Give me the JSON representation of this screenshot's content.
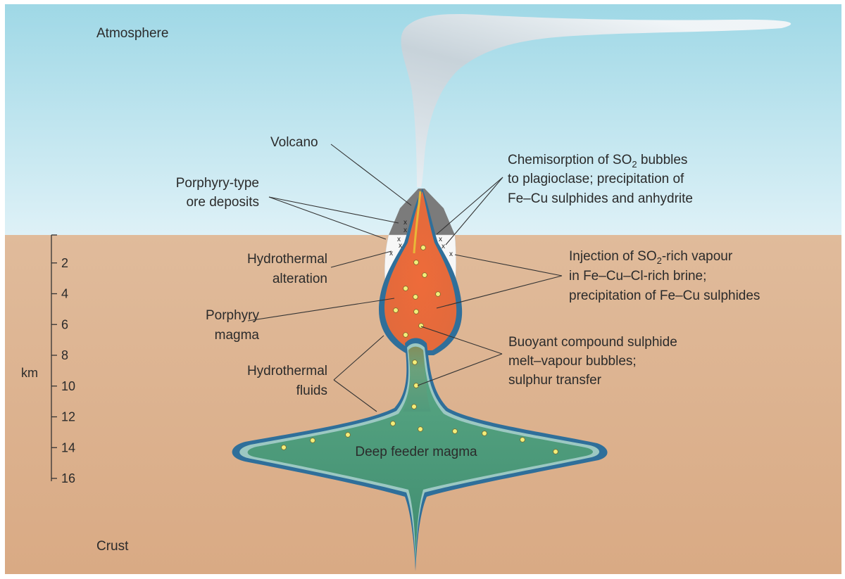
{
  "zones": {
    "atmosphere": "Atmosphere",
    "crust": "Crust"
  },
  "labels": {
    "volcano": "Volcano",
    "porphyry_ore": [
      "Porphyry-type",
      "ore deposits"
    ],
    "hydrothermal_alteration": [
      "Hydrothermal",
      "alteration"
    ],
    "porphyry_magma": [
      "Porphyry",
      "magma"
    ],
    "hydrothermal_fluids": [
      "Hydrothermal",
      "fluids"
    ],
    "chemisorption": {
      "line1_pre": "Chemisorption of SO",
      "line1_sub": "2",
      "line1_post": " bubbles",
      "line2": "to plagioclase; precipitation of",
      "line3": "Fe–Cu sulphides and anhydrite"
    },
    "injection": {
      "line1_pre": "Injection of SO",
      "line1_sub": "2",
      "line1_post": "-rich vapour",
      "line2": "in Fe–Cu–Cl-rich brine;",
      "line3": "precipitation of Fe–Cu sulphides"
    },
    "buoyant": [
      "Buoyant compound sulphide",
      "melt–vapour bubbles;",
      "sulphur transfer"
    ],
    "deep_feeder": "Deep feeder magma"
  },
  "depth_axis": {
    "unit": "km",
    "ticks": [
      2,
      4,
      6,
      8,
      10,
      12,
      14,
      16
    ]
  },
  "colors": {
    "sky_top": "#9fd8e6",
    "sky_bottom": "#dff1f7",
    "crust_top": "#e0bb9b",
    "crust_bottom": "#d9ab85",
    "porphyry_magma": "#e6673a",
    "feeder_magma": "#4c9a7c",
    "rim_blue": "#2f6f9a",
    "alteration_white": "#f7f7f7",
    "ore_grey": "#7a7a7a",
    "bubble": "#f3ee7a"
  }
}
